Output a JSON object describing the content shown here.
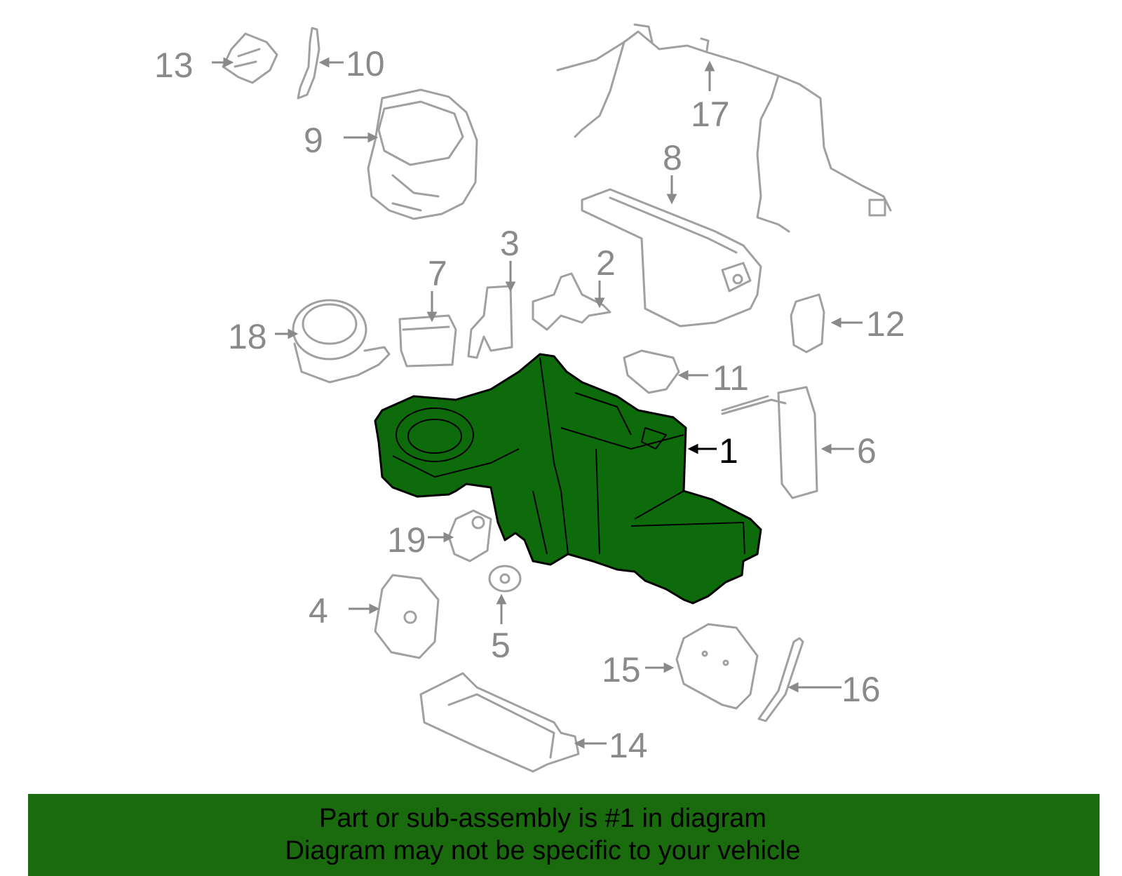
{
  "callouts": {
    "c1": "1",
    "c2": "2",
    "c3": "3",
    "c4": "4",
    "c5": "5",
    "c6": "6",
    "c7": "7",
    "c8": "8",
    "c9": "9",
    "c10": "10",
    "c11": "11",
    "c12": "12",
    "c13": "13",
    "c14": "14",
    "c15": "15",
    "c16": "16",
    "c17": "17",
    "c18": "18",
    "c19": "19"
  },
  "highlighted_part": "1",
  "colors": {
    "highlight_fill": "#0d6b0b",
    "part_stroke": "#a0a0a0",
    "callout_text": "#8a8a8a",
    "banner_background": "#1a6b0e"
  },
  "banner": {
    "line1": "Part or sub-assembly is #1 in diagram",
    "line2": "Diagram may not be specific to your vehicle"
  }
}
